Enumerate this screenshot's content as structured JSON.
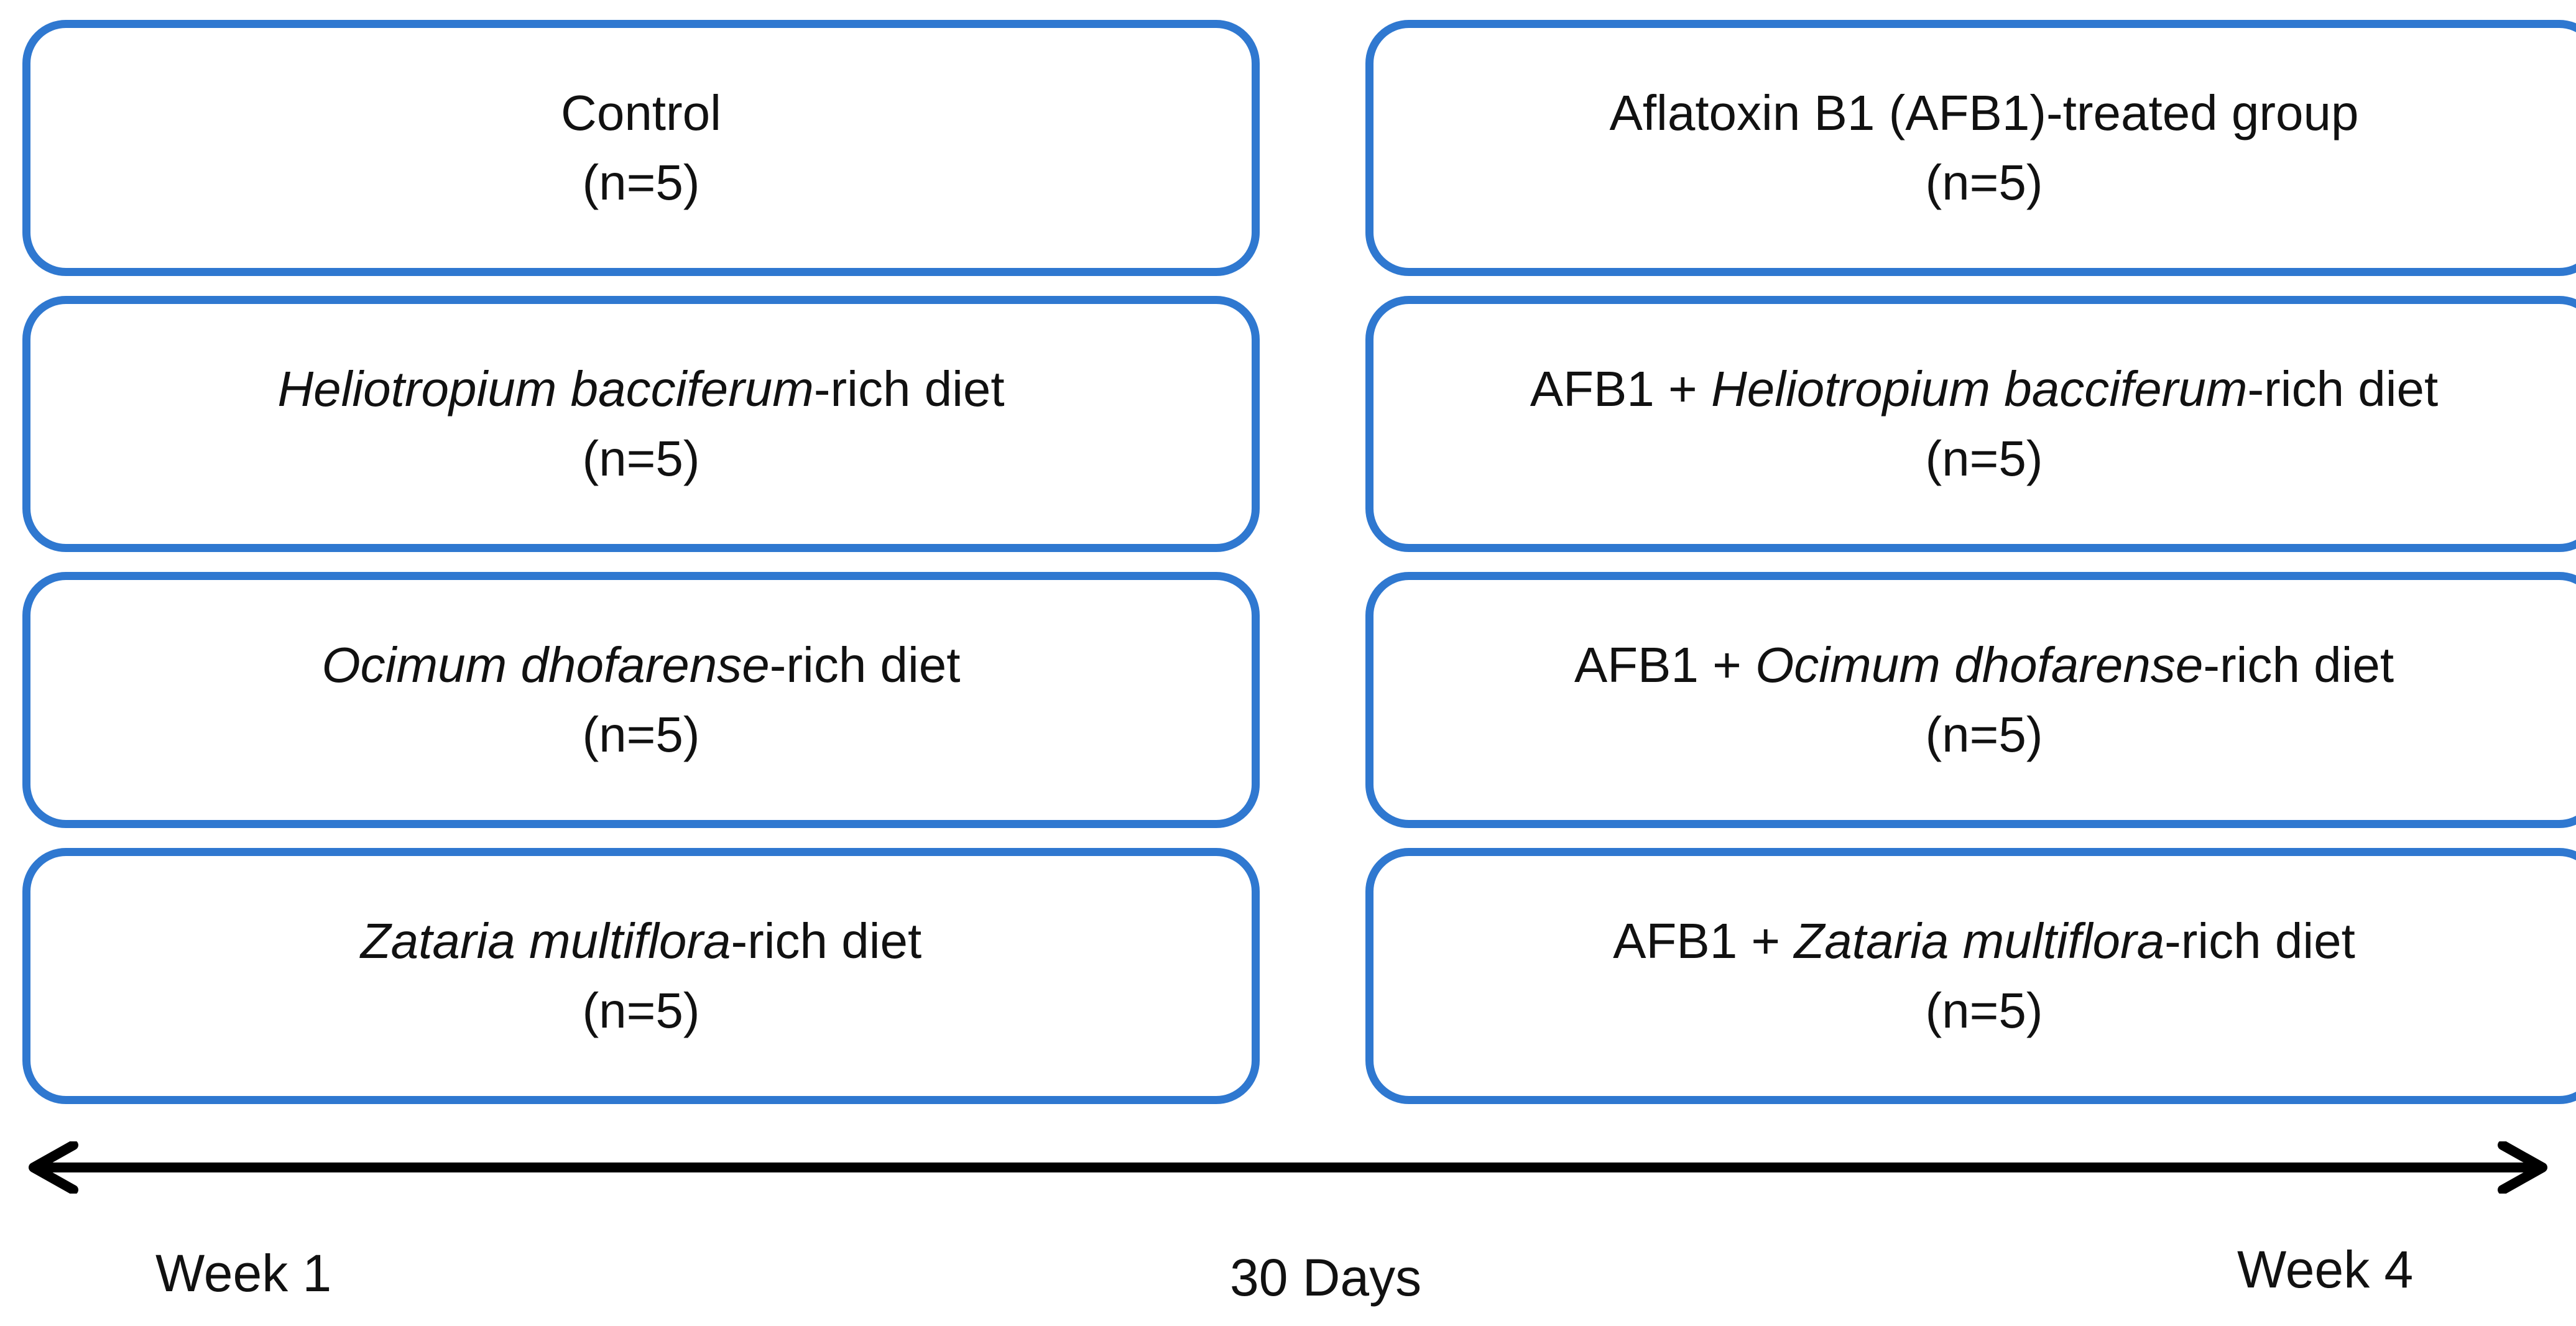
{
  "groups": [
    {
      "name": {
        "prefix": "",
        "italic": "",
        "suffix": "Control"
      },
      "n": "(n=5)",
      "color": "#2f78d0"
    },
    {
      "name": {
        "prefix": "",
        "italic": "Heliotropium bacciferum",
        "suffix": "-rich diet"
      },
      "n": "(n=5)",
      "color": "#2f78d0"
    },
    {
      "name": {
        "prefix": "",
        "italic": "Ocimum dhofarense",
        "suffix": "-rich diet"
      },
      "n": "(n=5)",
      "color": "#2f78d0"
    },
    {
      "name": {
        "prefix": "",
        "italic": "Zataria multiflora",
        "suffix": "-rich diet"
      },
      "n": "(n=5)",
      "color": "#2f78d0"
    },
    {
      "name": {
        "prefix": "Aflatoxin B1 (AFB1)-treated group",
        "italic": "",
        "suffix": ""
      },
      "n": "(n=5)",
      "color": "#2f78d0"
    },
    {
      "name": {
        "prefix": "AFB1 + ",
        "italic": "Heliotropium bacciferum",
        "suffix": "-rich diet"
      },
      "n": "(n=5)",
      "color": "#2f78d0"
    },
    {
      "name": {
        "prefix": "AFB1 + ",
        "italic": "Ocimum dhofarense",
        "suffix": "-rich diet"
      },
      "n": "(n=5)",
      "color": "#2f78d0"
    },
    {
      "name": {
        "prefix": "AFB1 + ",
        "italic": "Zataria multiflora",
        "suffix": "-rich diet"
      },
      "n": "(n=5)",
      "color": "#2f78d0"
    }
  ],
  "timeline": {
    "start_label": "Week 1",
    "duration_label": "30 Days",
    "end_label": "Week 4",
    "arrow_style": "double-headed",
    "arrow_color": "#000000"
  }
}
